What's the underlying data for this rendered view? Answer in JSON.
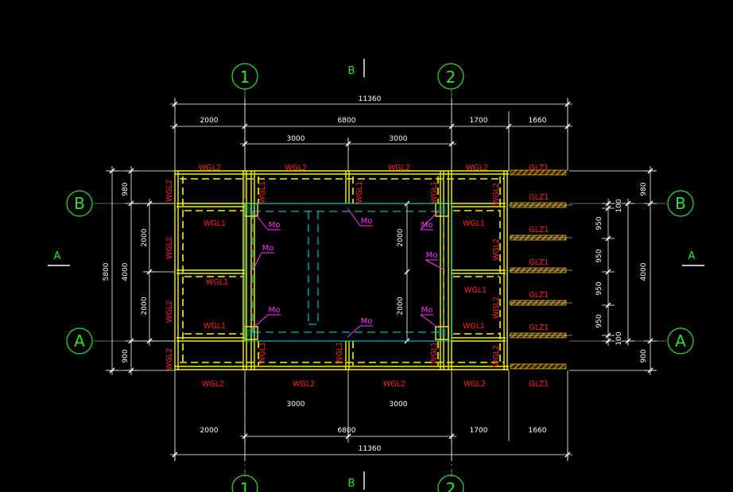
{
  "grid_bubbles": {
    "axis_1": "1",
    "axis_2": "2",
    "axis_b": "B",
    "axis_a": "A"
  },
  "section_labels": {
    "b": "B",
    "a": "A"
  },
  "dims": {
    "overall": "11360",
    "d2000": "2000",
    "d6800": "6800",
    "d1700": "1700",
    "d1660": "1660",
    "d3000": "3000",
    "d5800": "5800",
    "d4000": "4000",
    "d980": "980",
    "d900": "900",
    "d950": "950",
    "d100": "100"
  },
  "beams": {
    "wgl1": "WGL1",
    "wgl2": "WGL2",
    "glz1": "GLZ1"
  },
  "anchor_tag": "Mo",
  "colors": {
    "background": "#000000",
    "beam_yellow": "#f5f500",
    "label_red": "#ff2020",
    "dim_white": "#ffffff",
    "grid_green": "#33dd33",
    "cyan": "#00e6e6",
    "magenta": "#ff33ff",
    "hatch_orange": "#e09a20"
  }
}
